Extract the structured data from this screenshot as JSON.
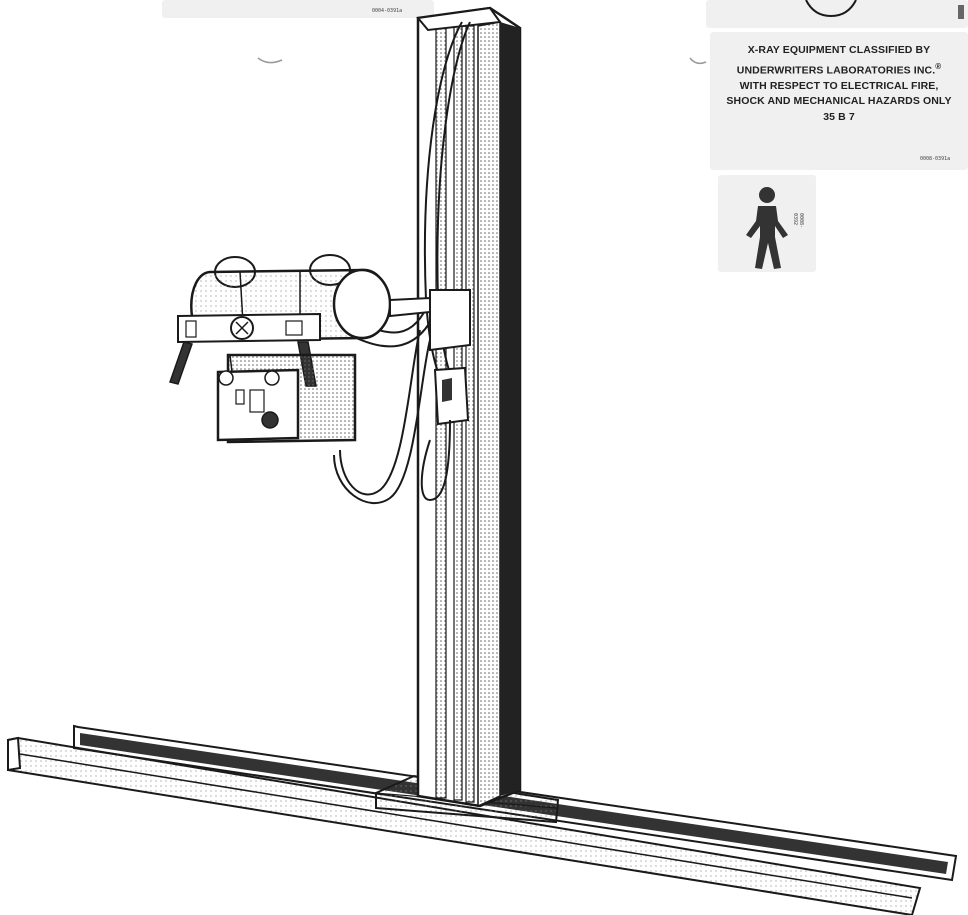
{
  "labels": {
    "top_left_code": "0004-0391a",
    "ul_classification": {
      "lines": [
        "X-RAY EQUIPMENT CLASSIFIED BY",
        "UNDERWRITERS LABORATORIES INC.",
        "WITH RESPECT TO ELECTRICAL FIRE,",
        "SHOCK AND MECHANICAL HAZARDS ONLY",
        "35 B 7"
      ],
      "registered_mark": "®",
      "code": "0008-0391a"
    },
    "person_icon_code": "0008-0392"
  },
  "icons": [
    "person-body-icon",
    "warning-circle-icon"
  ],
  "colors": {
    "line": "#1a1a1a",
    "label_bg": "#f0f0f0",
    "dark_fill": "#333333"
  }
}
